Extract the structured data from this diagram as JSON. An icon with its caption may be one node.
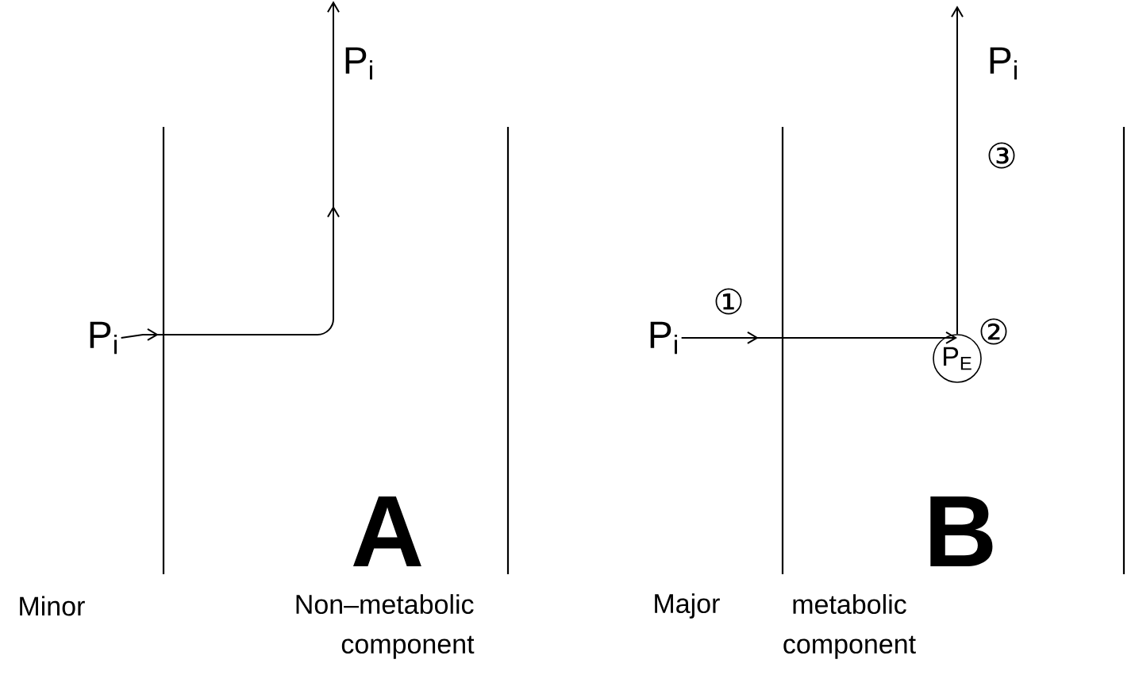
{
  "diagram": {
    "nodes": [
      {
        "text": [
          "P$_{i}$"
        ]
      },
      {
        "text": [
          "P$_{i}$"
        ]
      },
      {
        "text": [
          "P$_{i}$"
        ]
      },
      {
        "text": [
          "P$_{E}$"
        ],
        "beside": [
          "②"
        ]
      },
      {
        "text": [
          "P$_{i}$"
        ]
      }
    ],
    "edges": [
      {
        "from": 0,
        "to": 1,
        "arrow": "to"
      },
      {
        "from": 2,
        "to": 3,
        "arrow": "to",
        "label": "①"
      },
      {
        "from": 3,
        "to": 4,
        "arrow": "to",
        "label": "③"
      }
    ],
    "labels": [
      "A",
      "B",
      "Minor",
      "Non–metabolic component",
      "Major",
      "metabolic component"
    ]
  }
}
